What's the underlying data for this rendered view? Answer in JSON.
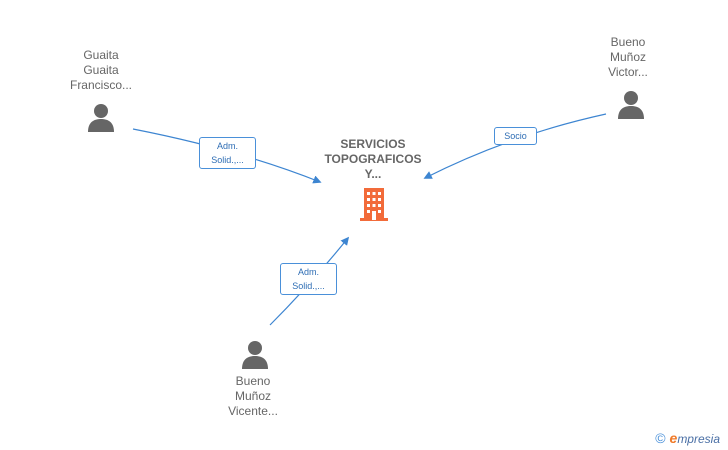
{
  "company": {
    "lines": [
      "SERVICIOS",
      "TOPOGRAFICOS",
      "Y..."
    ],
    "icon": "building-icon",
    "color": "#f26b3a"
  },
  "people": [
    {
      "id": "guaita",
      "lines": [
        "Guaita",
        "Guaita",
        "Francisco..."
      ],
      "icon": "person-icon"
    },
    {
      "id": "bueno-victor",
      "lines": [
        "Bueno",
        "Muñoz",
        "Victor..."
      ],
      "icon": "person-icon"
    },
    {
      "id": "bueno-vicente",
      "lines": [
        "Bueno",
        "Muñoz",
        "Vicente..."
      ],
      "icon": "person-icon"
    }
  ],
  "relations": [
    {
      "from": "guaita",
      "lines": [
        "Adm.",
        "Solid.,..."
      ]
    },
    {
      "from": "bueno-victor",
      "lines": [
        "Socio"
      ]
    },
    {
      "from": "bueno-vicente",
      "lines": [
        "Adm.",
        "Solid.,..."
      ]
    }
  ],
  "footer": {
    "copyright_symbol": "©",
    "brand_initial": "e",
    "brand_rest": "mpresia"
  },
  "colors": {
    "edge": "#4a90d9",
    "person": "#666666",
    "text": "#666666"
  }
}
